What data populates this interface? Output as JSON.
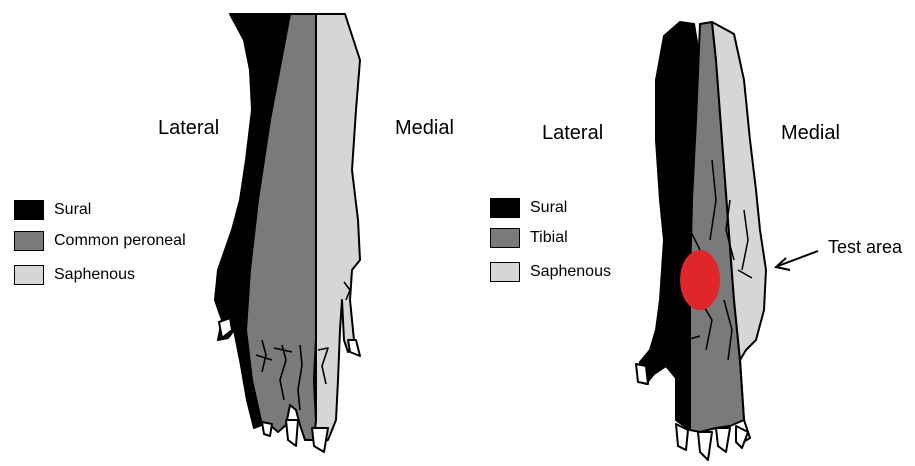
{
  "colors": {
    "sural": "#000000",
    "peroneal": "#7a7a7a",
    "tibial": "#7a7a7a",
    "saphenous": "#d6d6d6",
    "outline": "#000000",
    "test_area": "#e0262b"
  },
  "left_panel": {
    "lateral_label": "Lateral",
    "medial_label": "Medial",
    "legend": [
      {
        "label": "Sural",
        "color": "#000000"
      },
      {
        "label": "Common peroneal",
        "color": "#7a7a7a"
      },
      {
        "label": "Saphenous",
        "color": "#d6d6d6"
      }
    ]
  },
  "right_panel": {
    "lateral_label": "Lateral",
    "medial_label": "Medial",
    "legend": [
      {
        "label": "Sural",
        "color": "#000000"
      },
      {
        "label": "Tibial",
        "color": "#7a7a7a"
      },
      {
        "label": "Saphenous",
        "color": "#d6d6d6"
      }
    ],
    "annotation": "Test area"
  }
}
